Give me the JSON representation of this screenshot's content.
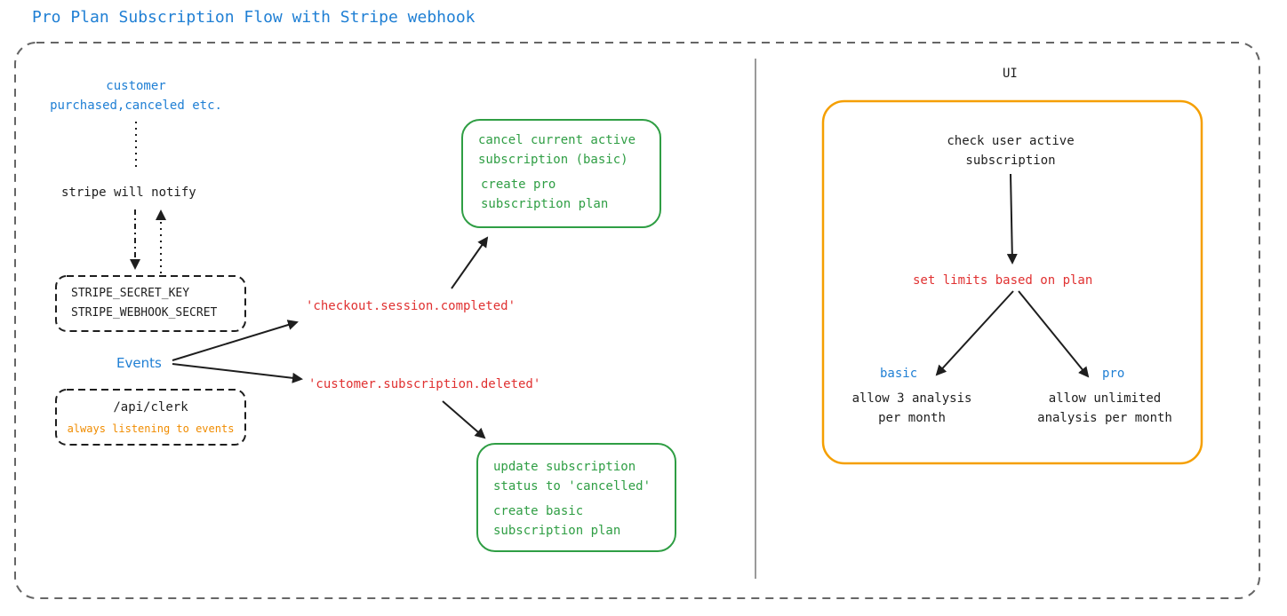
{
  "title": "Pro Plan Subscription Flow with Stripe webhook",
  "left": {
    "customer_line1": "customer",
    "customer_line2": "purchased,canceled etc.",
    "stripe_notify": "stripe will notify",
    "env_key": "STRIPE_SECRET_KEY",
    "env_webhook": "STRIPE_WEBHOOK_SECRET",
    "events": "Events",
    "api_route": "/api/clerk",
    "api_note": "always listening to events",
    "event_checkout": "'checkout.session.completed'",
    "event_deleted": "'customer.subscription.deleted'",
    "checkout_box": {
      "line1": "cancel current active",
      "line2": "subscription (basic)",
      "line3": "create pro",
      "line4": "subscription plan"
    },
    "deleted_box": {
      "line1": "update subscription",
      "line2": "status to 'cancelled'",
      "line3": "create basic",
      "line4": "subscription plan"
    }
  },
  "right": {
    "ui_label": "UI",
    "check_line1": "check user active",
    "check_line2": "subscription",
    "set_limits": "set limits based on plan",
    "basic_label": "basic",
    "basic_line1": "allow 3 analysis",
    "basic_line2": "per month",
    "pro_label": "pro",
    "pro_line1": "allow unlimited",
    "pro_line2": "analysis per month"
  },
  "colors": {
    "blue": "#1f7fd4",
    "red": "#e03131",
    "green": "#2f9e44",
    "orange": "#f08c00",
    "stroke": "#1e1e1e",
    "frame": "#666666"
  }
}
